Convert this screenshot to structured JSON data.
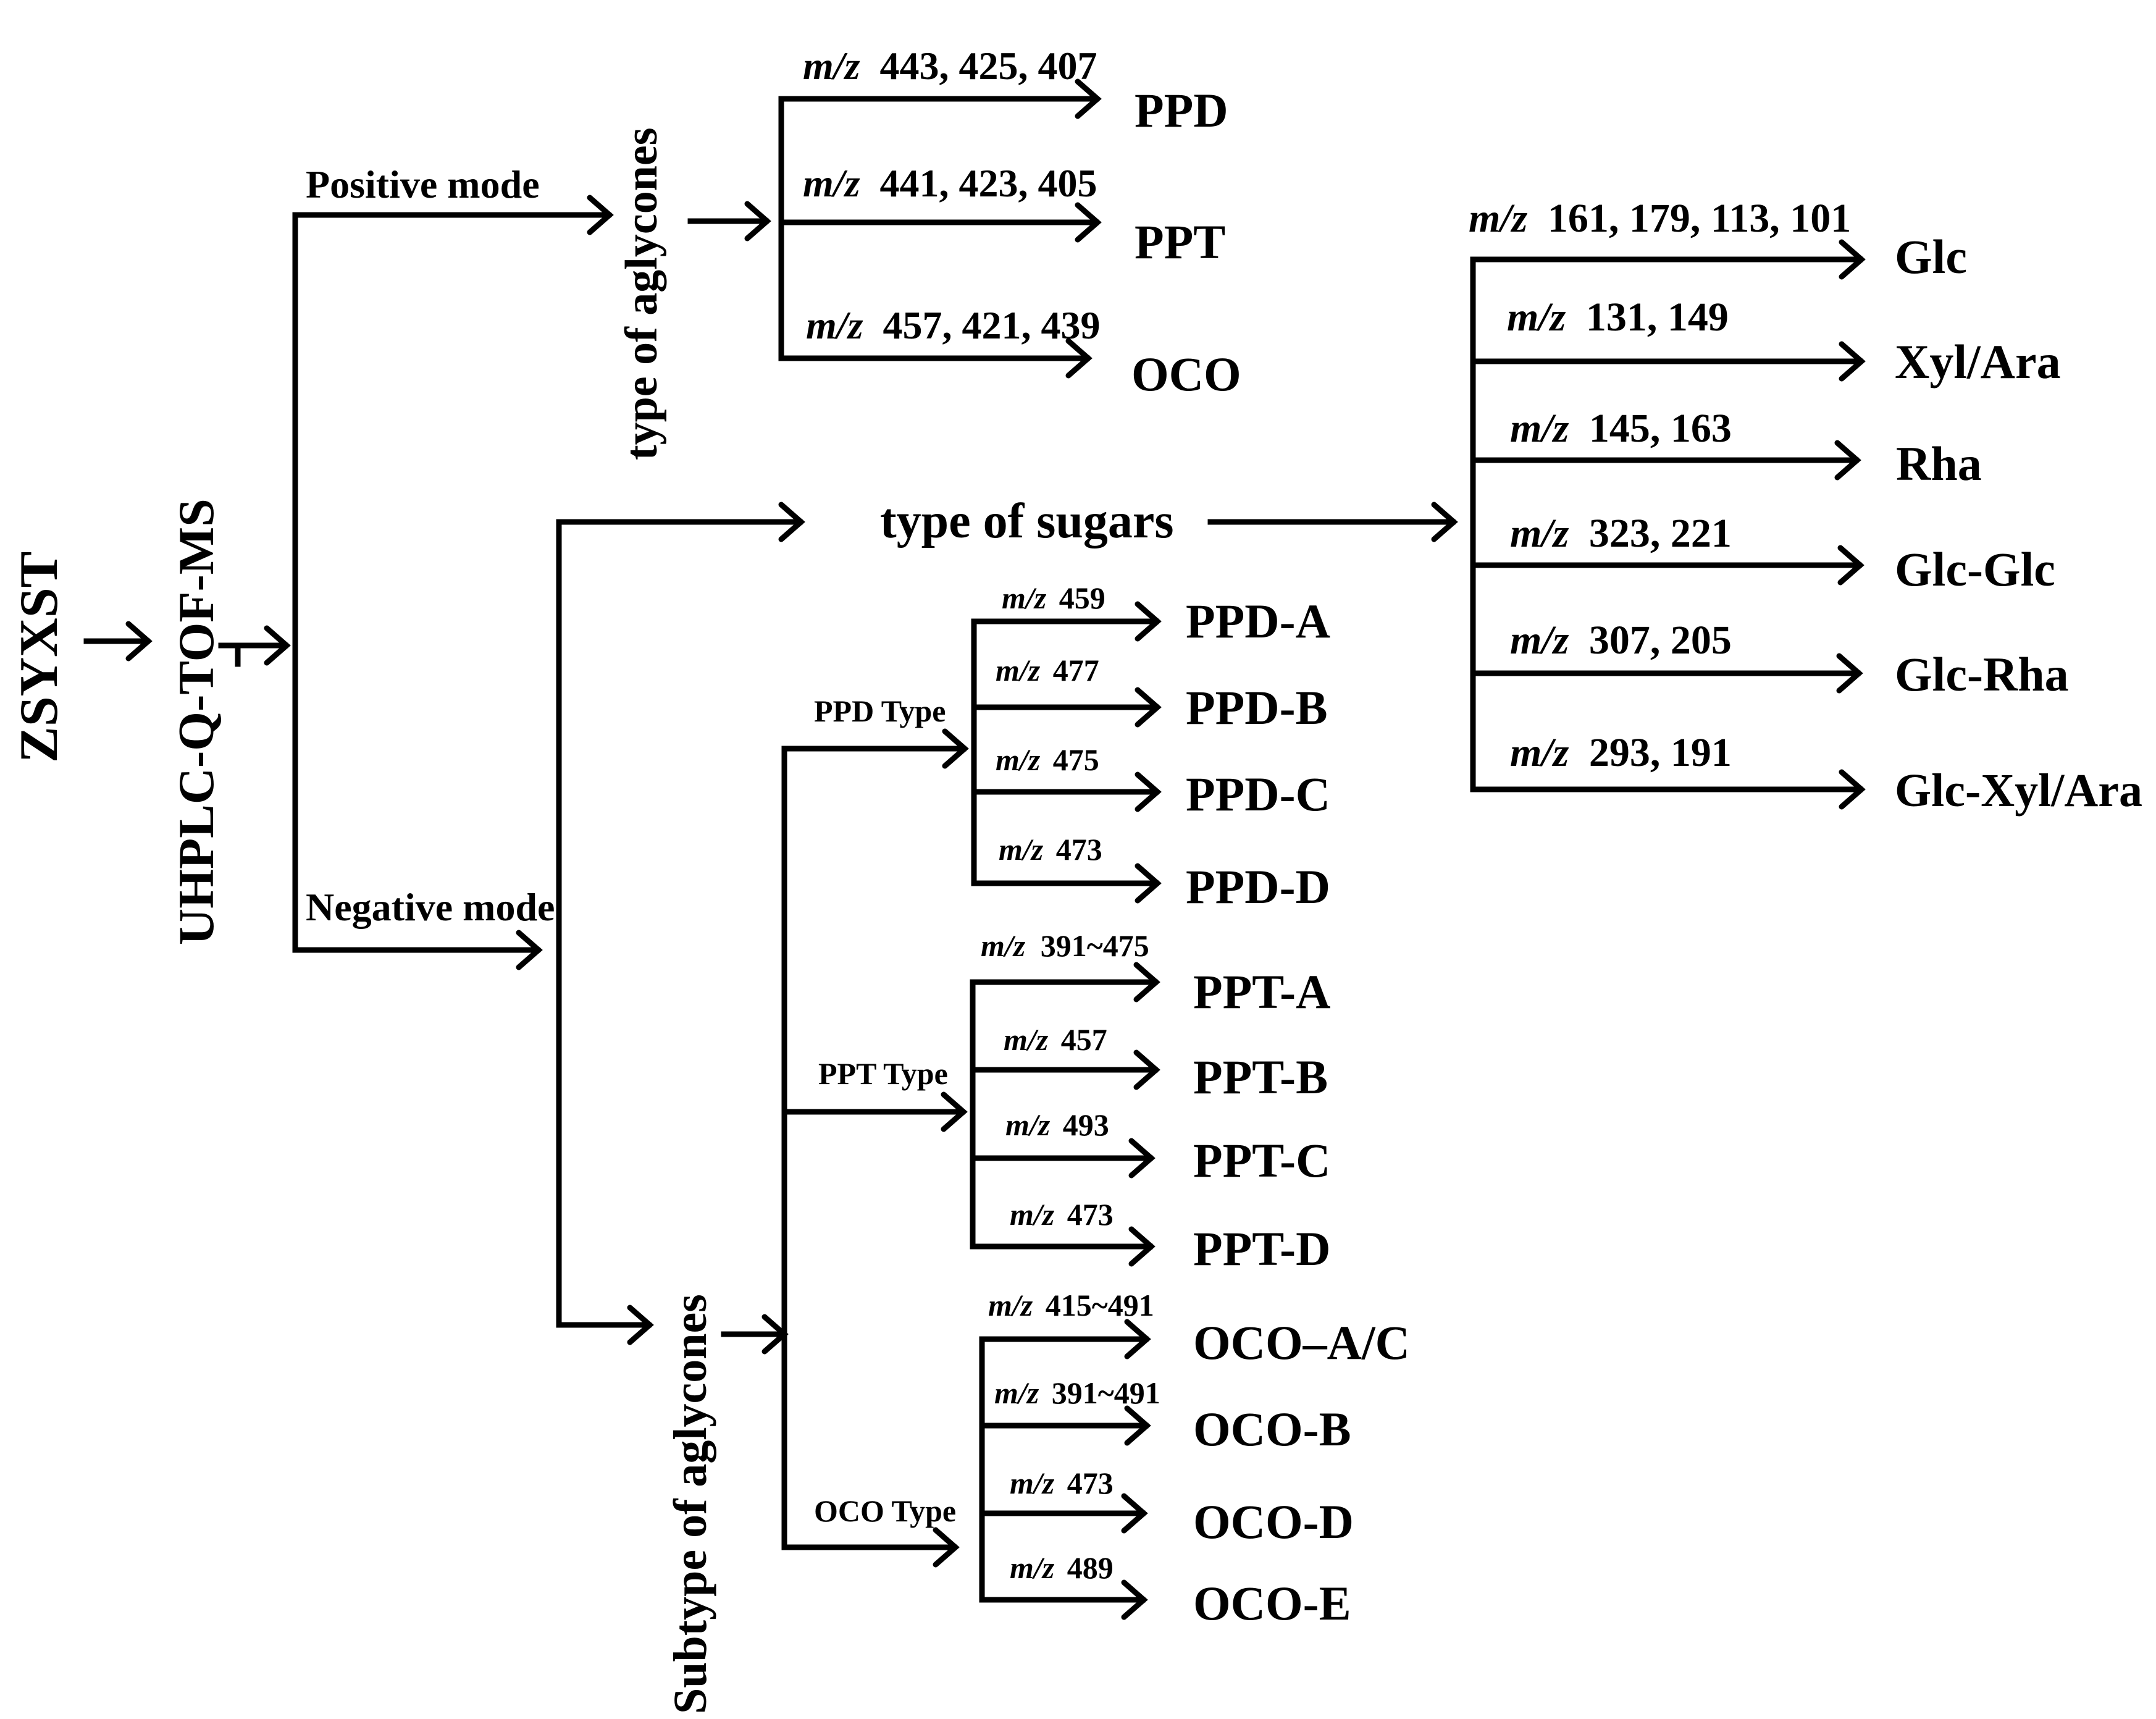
{
  "root": {
    "sample": "ZSYXST",
    "instrument": "UHPLC-Q-TOF-MS"
  },
  "modes": {
    "positive": "Positive mode",
    "negative": "Negative mode"
  },
  "categories": {
    "type_of_aglycones": "type of aglycones",
    "type_of_sugars": "type of sugars",
    "subtype_of_aglycones": "Subtype of aglycones"
  },
  "mz_prefix": "m/z",
  "aglycone_types": [
    {
      "mz": "443, 425, 407",
      "label": "PPD"
    },
    {
      "mz": "441, 423, 405",
      "label": "PPT"
    },
    {
      "mz": "457, 421, 439",
      "label": "OCO"
    }
  ],
  "sugar_types": [
    {
      "mz": "161, 179, 113, 101",
      "label": "Glc"
    },
    {
      "mz": "131, 149",
      "label": "Xyl/Ara"
    },
    {
      "mz": "145, 163",
      "label": "Rha"
    },
    {
      "mz": "323, 221",
      "label": "Glc-Glc"
    },
    {
      "mz": "307, 205",
      "label": "Glc-Rha"
    },
    {
      "mz": "293, 191",
      "label": "Glc-Xyl/Ara"
    }
  ],
  "subtype_groups": [
    {
      "label": "PPD Type",
      "items": [
        {
          "mz": "459",
          "label": "PPD-A"
        },
        {
          "mz": "477",
          "label": "PPD-B"
        },
        {
          "mz": "475",
          "label": "PPD-C"
        },
        {
          "mz": "473",
          "label": "PPD-D"
        }
      ]
    },
    {
      "label": "PPT Type",
      "items": [
        {
          "mz": "391~475",
          "label": "PPT-A"
        },
        {
          "mz": "457",
          "label": "PPT-B"
        },
        {
          "mz": "493",
          "label": "PPT-C"
        },
        {
          "mz": "473",
          "label": "PPT-D"
        }
      ]
    },
    {
      "label": "OCO Type",
      "items": [
        {
          "mz": "415~491",
          "label": "OCO–A/C"
        },
        {
          "mz": "391~491",
          "label": "OCO-B"
        },
        {
          "mz": "473",
          "label": "OCO-D"
        },
        {
          "mz": "489",
          "label": "OCO-E"
        }
      ]
    }
  ]
}
